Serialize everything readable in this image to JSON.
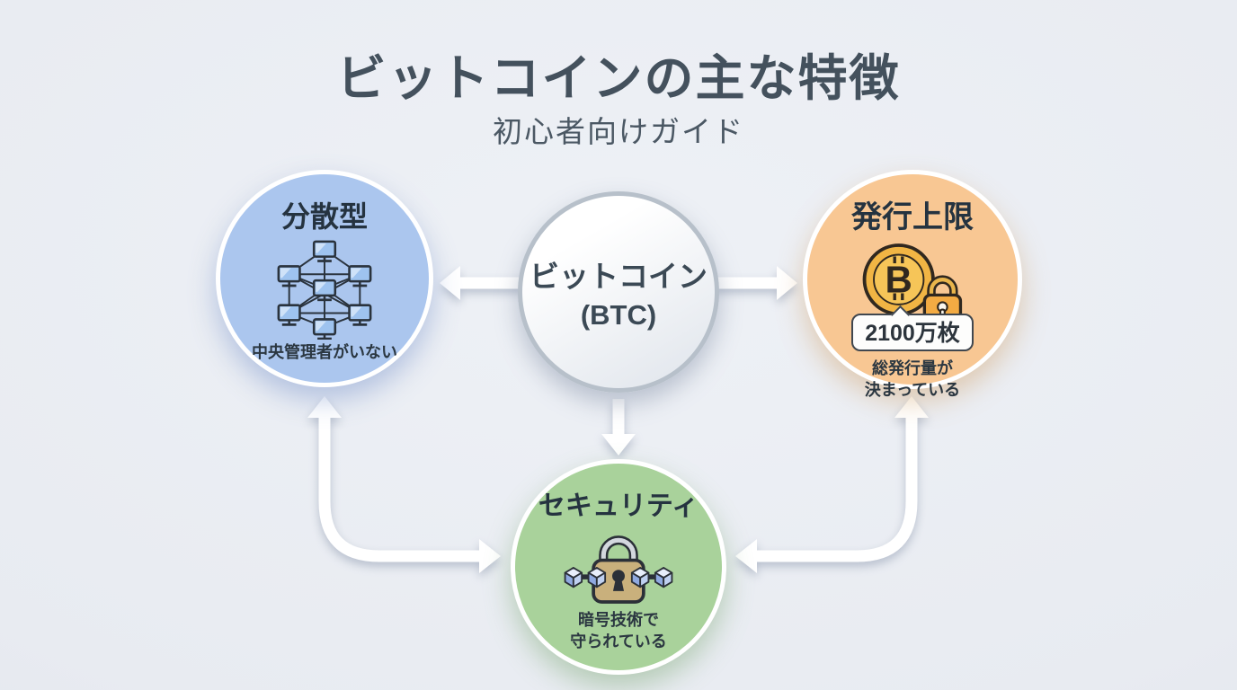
{
  "title": "ビットコインの主な特徴",
  "subtitle": "初心者向けガイド",
  "center_node": {
    "line1": "ビットコイン",
    "line2": "(BTC)"
  },
  "nodes": {
    "decentralized": {
      "title": "分散型",
      "description": "中央管理者がいない",
      "icon": "network-mesh-icon",
      "fill": "#abc6ee"
    },
    "supply_cap": {
      "title": "発行上限",
      "badge": "2100万枚",
      "description_line1": "総発行量が",
      "description_line2": "決まっている",
      "icon": "bitcoin-coin-lock-icon",
      "fill": "#f8c793"
    },
    "security": {
      "title": "セキュリティ",
      "description_line1": "暗号技術で",
      "description_line2": "守られている",
      "icon": "padlock-chain-icon",
      "fill": "#a9d29b"
    }
  },
  "colors": {
    "background": "#e8ebf1",
    "heading_text": "#44515d",
    "node_text": "#273440",
    "center_fill": "#f2f5f8",
    "center_border": "#b7c0ca",
    "arrow": "#ffffff",
    "coin_gold": "#f1b544",
    "lock_tan": "#c9b07c",
    "cube_blue": "#bfd0f0"
  }
}
